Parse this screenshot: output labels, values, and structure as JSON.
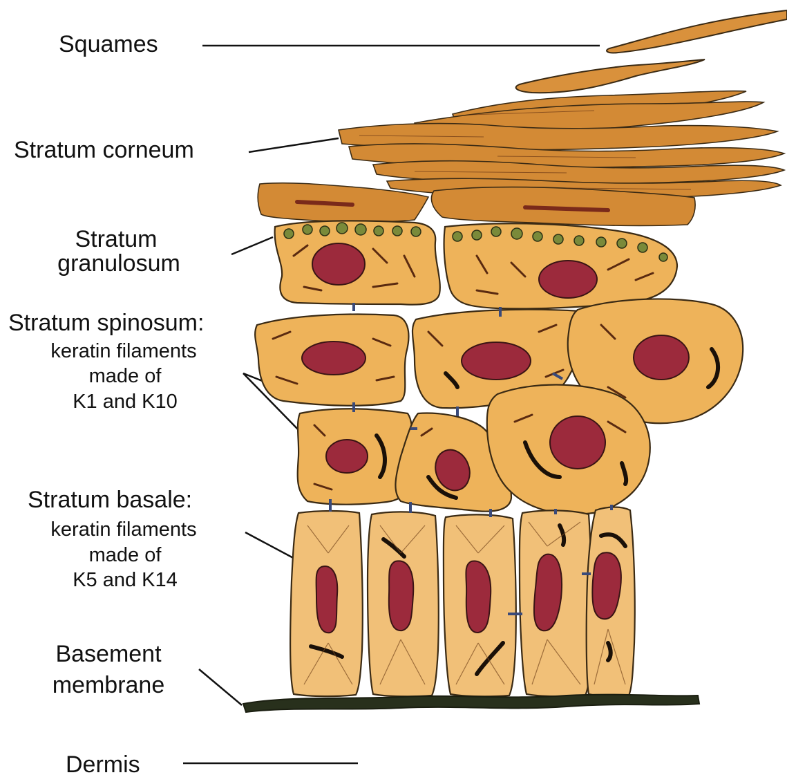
{
  "labels": {
    "squames": "Squames",
    "stratum_corneum": "Stratum corneum",
    "stratum_granulosum_1": "Stratum",
    "stratum_granulosum_2": "granulosum",
    "stratum_spinosum": "Stratum spinosum:",
    "spinosum_desc_1": "keratin filaments",
    "spinosum_desc_2": "made of",
    "spinosum_desc_3": "K1 and K10",
    "stratum_basale": "Stratum basale:",
    "basale_desc_1": "keratin filaments",
    "basale_desc_2": "made of",
    "basale_desc_3": "K5 and K14",
    "basement_1": "Basement",
    "basement_2": "membrane",
    "dermis": "Dermis"
  },
  "colors": {
    "cell_fill": "#eeb35a",
    "cell_outline": "#3a2a14",
    "nucleus": "#9c2a3c",
    "corneum": "#d9913c",
    "granules": "#7a8a3a",
    "basement": "#28301c",
    "filament": "#5a2a10",
    "junction": "#3a4a7a"
  }
}
